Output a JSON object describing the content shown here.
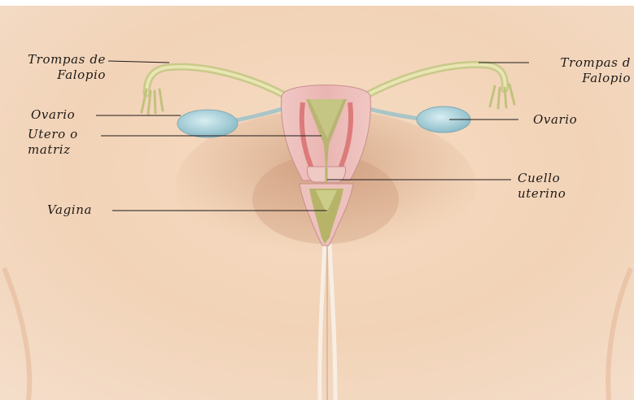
{
  "labels": {
    "tubes_left": {
      "line1": "Trompas de",
      "line2": "Falopio"
    },
    "tubes_right": {
      "line1": "Trompas d",
      "line2": "Falopio"
    },
    "ovary_left": "Ovario",
    "ovary_right": "Ovario",
    "uterus": {
      "line1": "Utero o",
      "line2": "matriz"
    },
    "cervix": {
      "line1": "Cuello",
      "line2": "uterino"
    },
    "vagina": "Vagina"
  },
  "colors": {
    "skin": "#f3d7bd",
    "skin_shadow": "#cf9f7e",
    "uterus_pink": "#e9b4b4",
    "uterus_red": "#d86a6a",
    "lining_green": "#b5b66a",
    "ovary_blue": "#9fcad3",
    "ink": "#1e1a18"
  }
}
